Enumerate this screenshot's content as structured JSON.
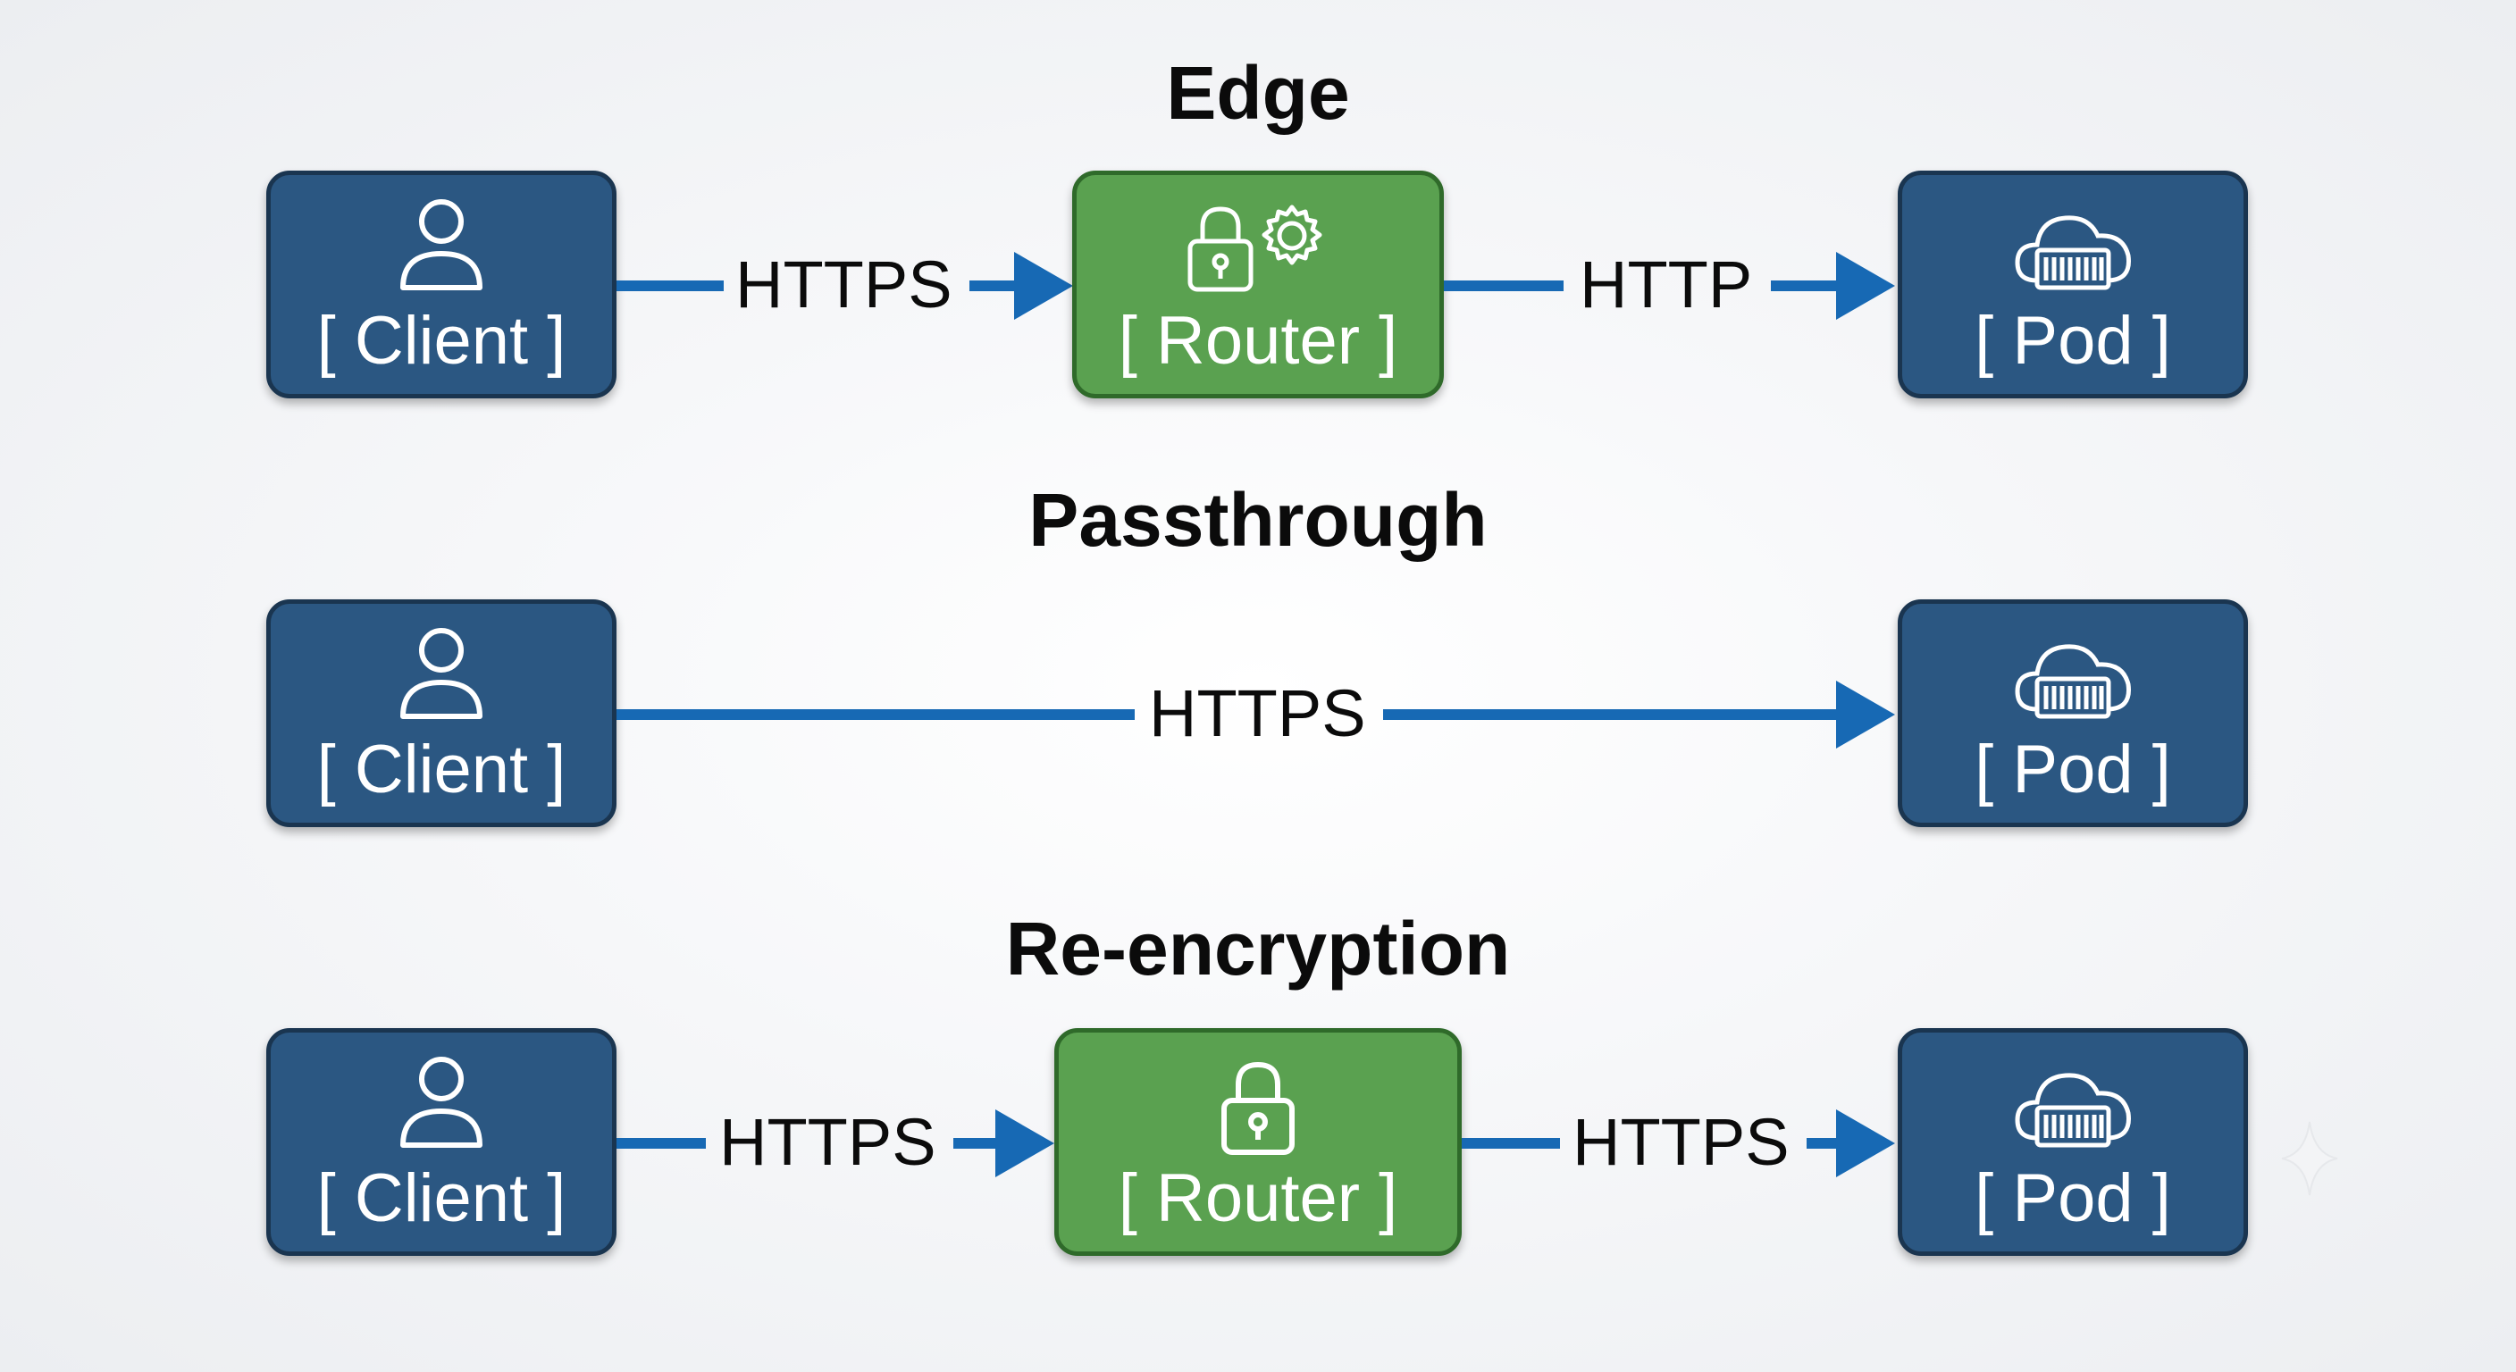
{
  "sections": [
    {
      "title": "Edge",
      "nodes": [
        {
          "label": "[ Client ]",
          "kind": "client",
          "color": "#2b5782",
          "icon": "user-icon"
        },
        {
          "label": "[ Router ]",
          "kind": "router",
          "color": "#5aa150",
          "icon": "lock-gear-icon"
        },
        {
          "label": "[ Pod ]",
          "kind": "pod",
          "color": "#2b5782",
          "icon": "cloud-container-icon"
        }
      ],
      "links": [
        "HTTPS",
        "HTTP"
      ]
    },
    {
      "title": "Passthrough",
      "nodes": [
        {
          "label": "[ Client ]",
          "kind": "client",
          "color": "#2b5782",
          "icon": "user-icon"
        },
        {
          "label": "[ Pod ]",
          "kind": "pod",
          "color": "#2b5782",
          "icon": "cloud-container-icon"
        }
      ],
      "links": [
        "HTTPS"
      ]
    },
    {
      "title": "Re-encryption",
      "nodes": [
        {
          "label": "[ Client ]",
          "kind": "client",
          "color": "#2b5782",
          "icon": "user-icon"
        },
        {
          "label": "[ Router ]",
          "kind": "router",
          "color": "#5aa150",
          "icon": "lock-icon"
        },
        {
          "label": "[ Pod ]",
          "kind": "pod",
          "color": "#2b5782",
          "icon": "cloud-container-icon"
        }
      ],
      "links": [
        "HTTPS",
        "HTTPS"
      ]
    }
  ],
  "colors": {
    "arrow": "#1769b4",
    "client_pod": "#2b5782",
    "router": "#5aa150"
  }
}
